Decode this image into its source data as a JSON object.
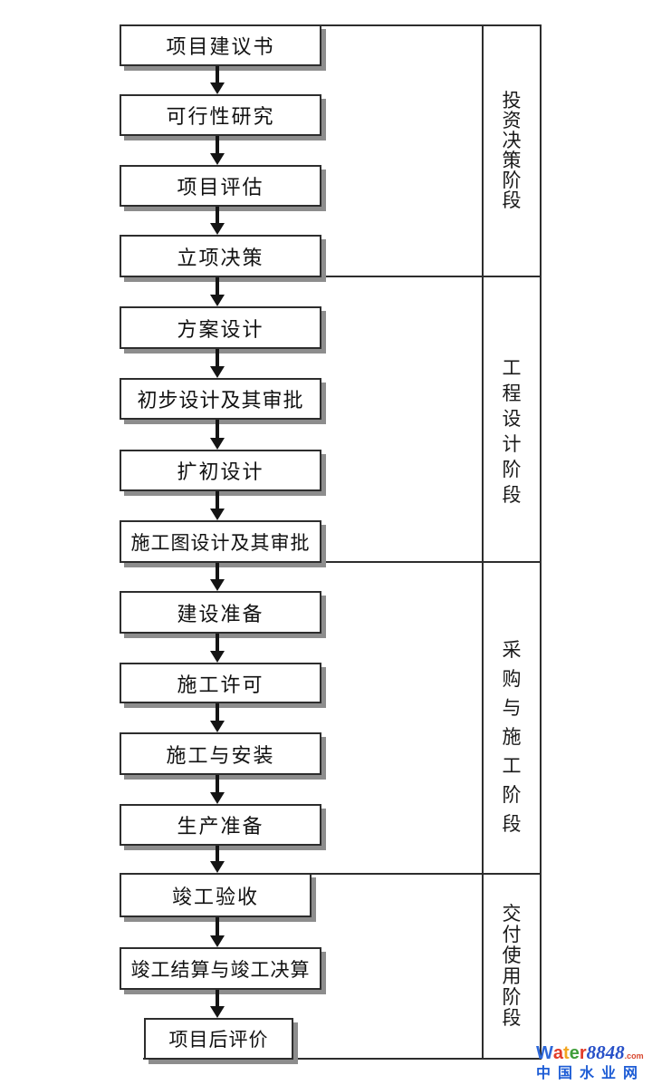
{
  "flowchart": {
    "boxes": [
      {
        "label": "项目建议书"
      },
      {
        "label": "可行性研究"
      },
      {
        "label": "项目评估"
      },
      {
        "label": "立项决策"
      },
      {
        "label": "方案设计"
      },
      {
        "label": "初步设计及其审批"
      },
      {
        "label": "扩初设计"
      },
      {
        "label": "施工图设计及其审批"
      },
      {
        "label": "建设准备"
      },
      {
        "label": "施工许可"
      },
      {
        "label": "施工与安装"
      },
      {
        "label": "生产准备"
      },
      {
        "label": "竣工验收"
      },
      {
        "label": "竣工结算与竣工决算"
      },
      {
        "label": "项目后评价"
      }
    ],
    "phases": [
      {
        "label": "投资决策阶段"
      },
      {
        "label": "工程设计阶段"
      },
      {
        "label": "采购与施工阶段"
      },
      {
        "label": "交付使用阶段"
      }
    ],
    "line_color": "#2d2d2d",
    "arrow_color": "#141414",
    "box_shadow_color": "#8d8d8d"
  },
  "watermark": {
    "brand": [
      {
        "char": "W",
        "color": "#2e68d9"
      },
      {
        "char": "a",
        "color": "#e23b28"
      },
      {
        "char": "t",
        "color": "#f2a51f"
      },
      {
        "char": "e",
        "color": "#3f9e3a"
      },
      {
        "char": "r",
        "color": "#e23b28"
      }
    ],
    "brand_number": {
      "text": "8848",
      "color": "#2750c8"
    },
    "brand_tld": {
      "text": ".com",
      "color": "#d8472e"
    },
    "subtitle": {
      "text": "中国水业网",
      "color": "#1d5cd5"
    }
  }
}
